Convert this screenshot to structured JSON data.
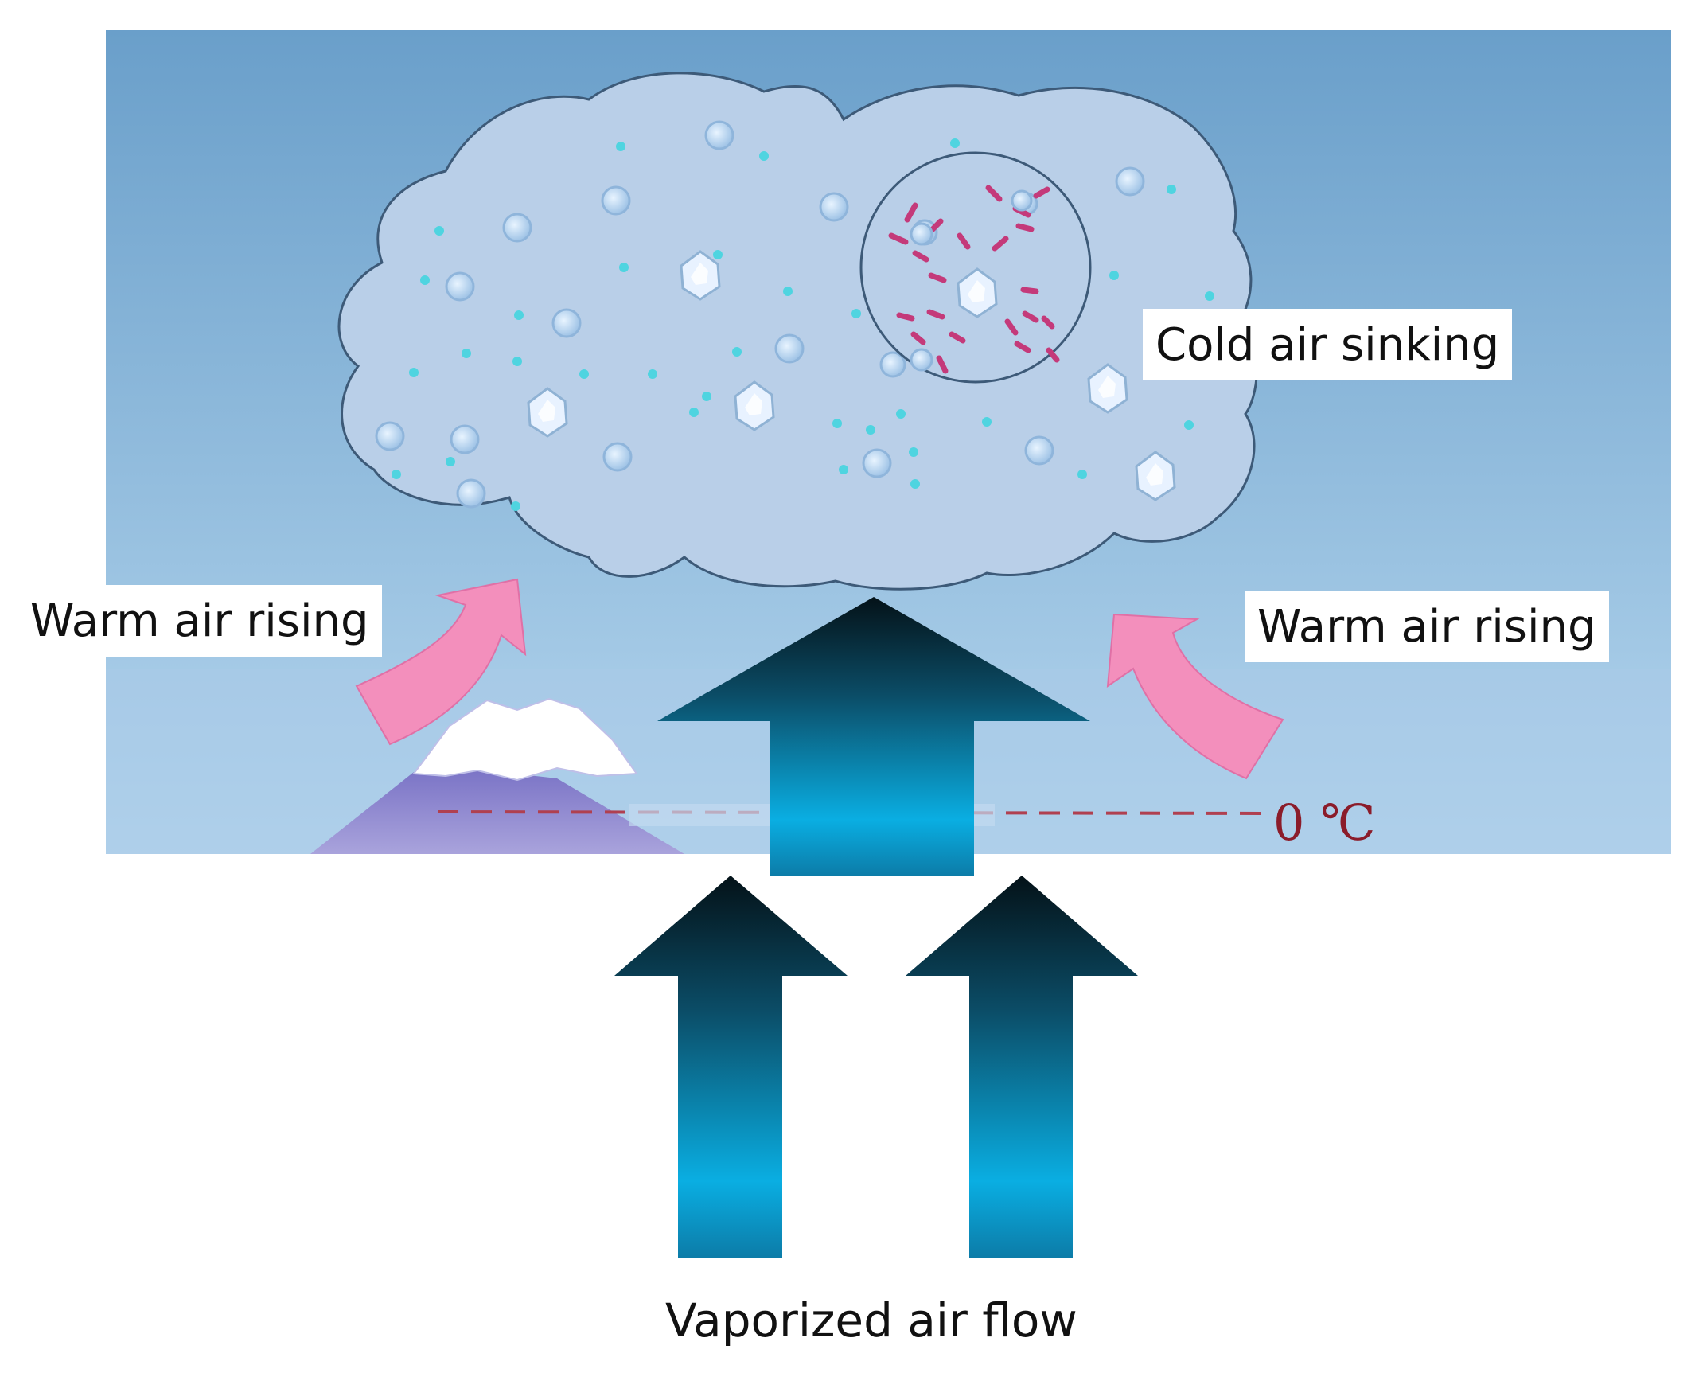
{
  "labels": {
    "cold_air": "Cold air sinking",
    "warm_air_left": "Warm air rising",
    "warm_air_right": "Warm air rising",
    "vaporized_flow": "Vaporized air flow",
    "freezing_level": "0 ℃"
  },
  "colors": {
    "sky_top": "#6a9fca",
    "sky_bottom": "#b5d6ee",
    "cloud_fill": "#b9cfe8",
    "cloud_stroke": "#3d5a78",
    "warm_arrow": "#f38fbc",
    "vapor_arrow_top": "#041218",
    "vapor_arrow_mid": "#0aaee2",
    "vapor_arrow_bottom": "#0c7ca8",
    "mountain": "#8c86cc",
    "snow_cap": "#ffffff",
    "freezing_line": "#b04050",
    "ice_crystal_marks": "#c43a7a"
  },
  "icons": {
    "mountain": "mountain-icon",
    "ice_crystal": "ice-crystal-icon",
    "snow_crystal": "snow-crystal-icon",
    "droplet": "droplet-icon"
  }
}
